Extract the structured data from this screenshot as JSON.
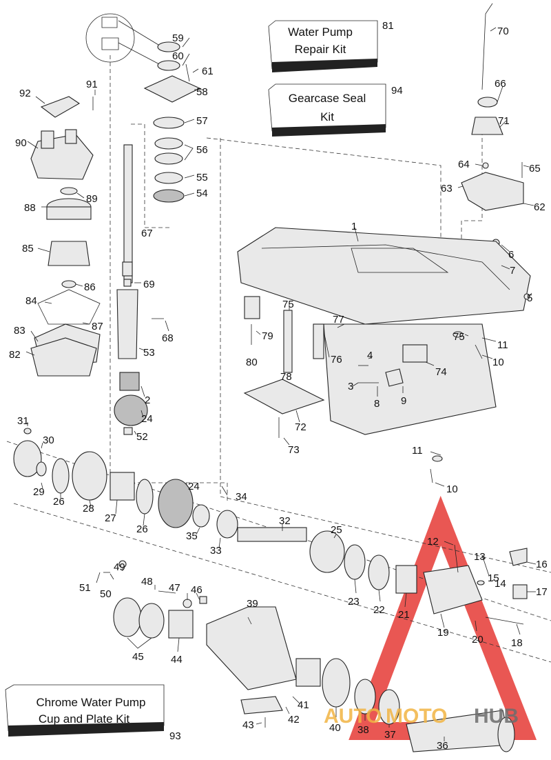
{
  "kits": {
    "water_pump": {
      "line1": "Water Pump",
      "line2": "Repair Kit",
      "number": "81"
    },
    "gearcase_seal": {
      "line1": "Gearcase Seal",
      "line2": "Kit",
      "number": "94"
    },
    "chrome_pump": {
      "line1": "Chrome Water Pump",
      "line2": "Cup and Plate Kit",
      "number": "93"
    }
  },
  "watermark": {
    "text_auto": "AUTO",
    "text_moto": "MOTO",
    "text_hub": "HUB",
    "colors": {
      "red": "#e53935",
      "gold": "#f2b544",
      "gray": "#6d6d6d"
    }
  },
  "callouts": [
    "59",
    "60",
    "61",
    "58",
    "57",
    "56",
    "55",
    "54",
    "67",
    "69",
    "68",
    "53",
    "2",
    "24",
    "52",
    "91",
    "92",
    "90",
    "89",
    "88",
    "85",
    "86",
    "84",
    "87",
    "83",
    "82",
    "70",
    "66",
    "71",
    "64",
    "65",
    "63",
    "62",
    "1",
    "6",
    "7",
    "5",
    "75",
    "79",
    "80",
    "78",
    "77",
    "76",
    "4",
    "3",
    "8",
    "9",
    "74",
    "75",
    "11",
    "10",
    "72",
    "73",
    "11",
    "10",
    "31",
    "30",
    "29",
    "26",
    "28",
    "27",
    "26",
    "24",
    "35",
    "34",
    "33",
    "32",
    "25",
    "12",
    "13",
    "16",
    "14",
    "15",
    "17",
    "23",
    "22",
    "21",
    "19",
    "20",
    "18",
    "49",
    "51",
    "50",
    "48",
    "47",
    "46",
    "45",
    "44",
    "39",
    "41",
    "42",
    "43",
    "40",
    "38",
    "37",
    "36"
  ]
}
